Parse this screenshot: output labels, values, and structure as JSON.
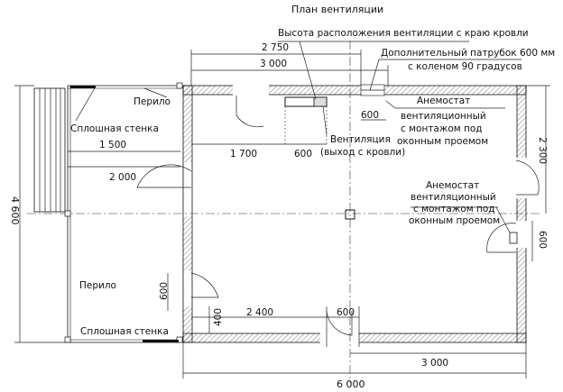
{
  "title": "План вентиляции",
  "notes": {
    "roof_height": "Высота расположения вентиляции с краю кровли",
    "extra_pipe_1": "Дополнительный патрубок 600 мм",
    "extra_pipe_2": "с коленом 90 градусов",
    "anemo1_1": "Анемостат",
    "anemo1_2": "вентиляционный",
    "anemo1_3": "с монтажом под",
    "anemo1_4": "оконным проемом",
    "anemo2_1": "Анемостат",
    "anemo2_2": "вентиляционный",
    "anemo2_3": "с монтажом под",
    "anemo2_4": "оконным проемом",
    "vent_1": "Вентиляция",
    "vent_2": "(выход с кровли)",
    "railing_top": "Перило",
    "wall_top": "Сплошная стенка",
    "railing_bottom": "Перило",
    "wall_bottom": "Сплошная стенка"
  },
  "dimensions": {
    "d2750": "2 750",
    "d3000_top": "3 000",
    "d600_anemo": "600",
    "d1500": "1 500",
    "d1700": "1 700",
    "d600_vent": "600",
    "d2000": "2 000",
    "d2300": "2 300",
    "d600_right": "600",
    "d4600": "4 600",
    "d600_left": "600",
    "d400": "400",
    "d2400": "2 400",
    "d600_bottom": "600",
    "d3000_bottom": "3 000",
    "d6000": "6 000"
  }
}
